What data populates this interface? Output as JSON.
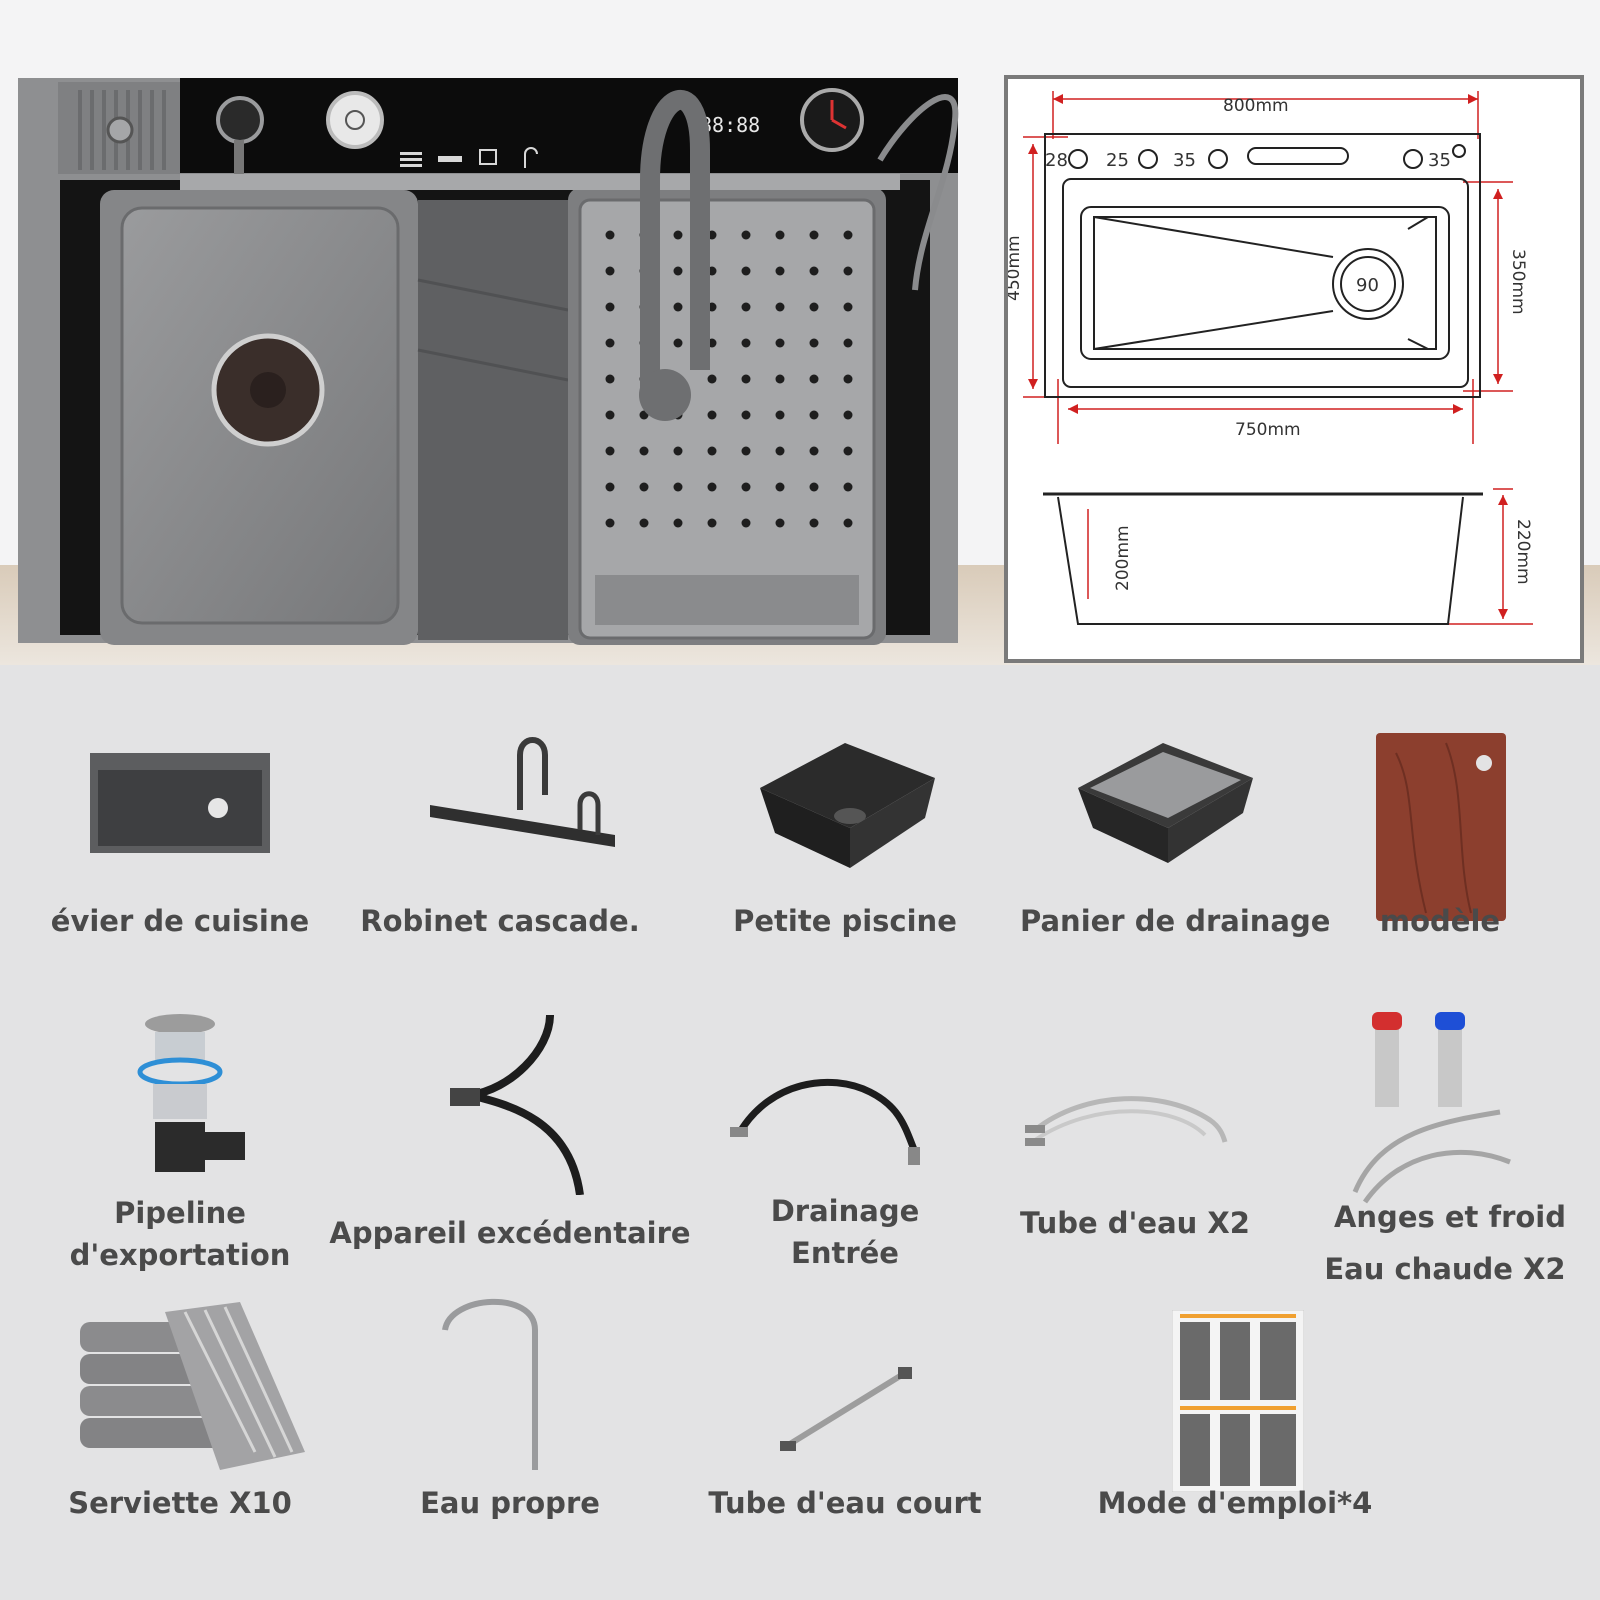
{
  "dimensions": {
    "top_width": "800mm",
    "inner_width": "750mm",
    "top_depth": "450mm",
    "inner_depth": "350mm",
    "hole_1": "28",
    "hole_2": "25",
    "hole_3": "35",
    "hole_4": "35",
    "drain": "90",
    "bowl_depth": "200mm",
    "total_depth": "220mm"
  },
  "display_readout": "88:88",
  "items": [
    {
      "label_1": "évier de cuisine",
      "label_2": ""
    },
    {
      "label_1": "Robinet cascade.",
      "label_2": ""
    },
    {
      "label_1": "Petite piscine",
      "label_2": ""
    },
    {
      "label_1": "Panier de drainage",
      "label_2": ""
    },
    {
      "label_1": "modèle",
      "label_2": ""
    },
    {
      "label_1": "Pipeline",
      "label_2": "d'exportation"
    },
    {
      "label_1": "Appareil excédentaire",
      "label_2": ""
    },
    {
      "label_1": "Drainage",
      "label_2": "Entrée"
    },
    {
      "label_1": "Tube d'eau X2",
      "label_2": ""
    },
    {
      "label_1": "Anges et froid",
      "label_2": "Eau chaude X2"
    },
    {
      "label_1": "Serviette X10",
      "label_2": ""
    },
    {
      "label_1": "Eau propre",
      "label_2": ""
    },
    {
      "label_1": "Tube d'eau court",
      "label_2": ""
    },
    {
      "label_1": "Mode d'emploi*4",
      "label_2": ""
    }
  ]
}
